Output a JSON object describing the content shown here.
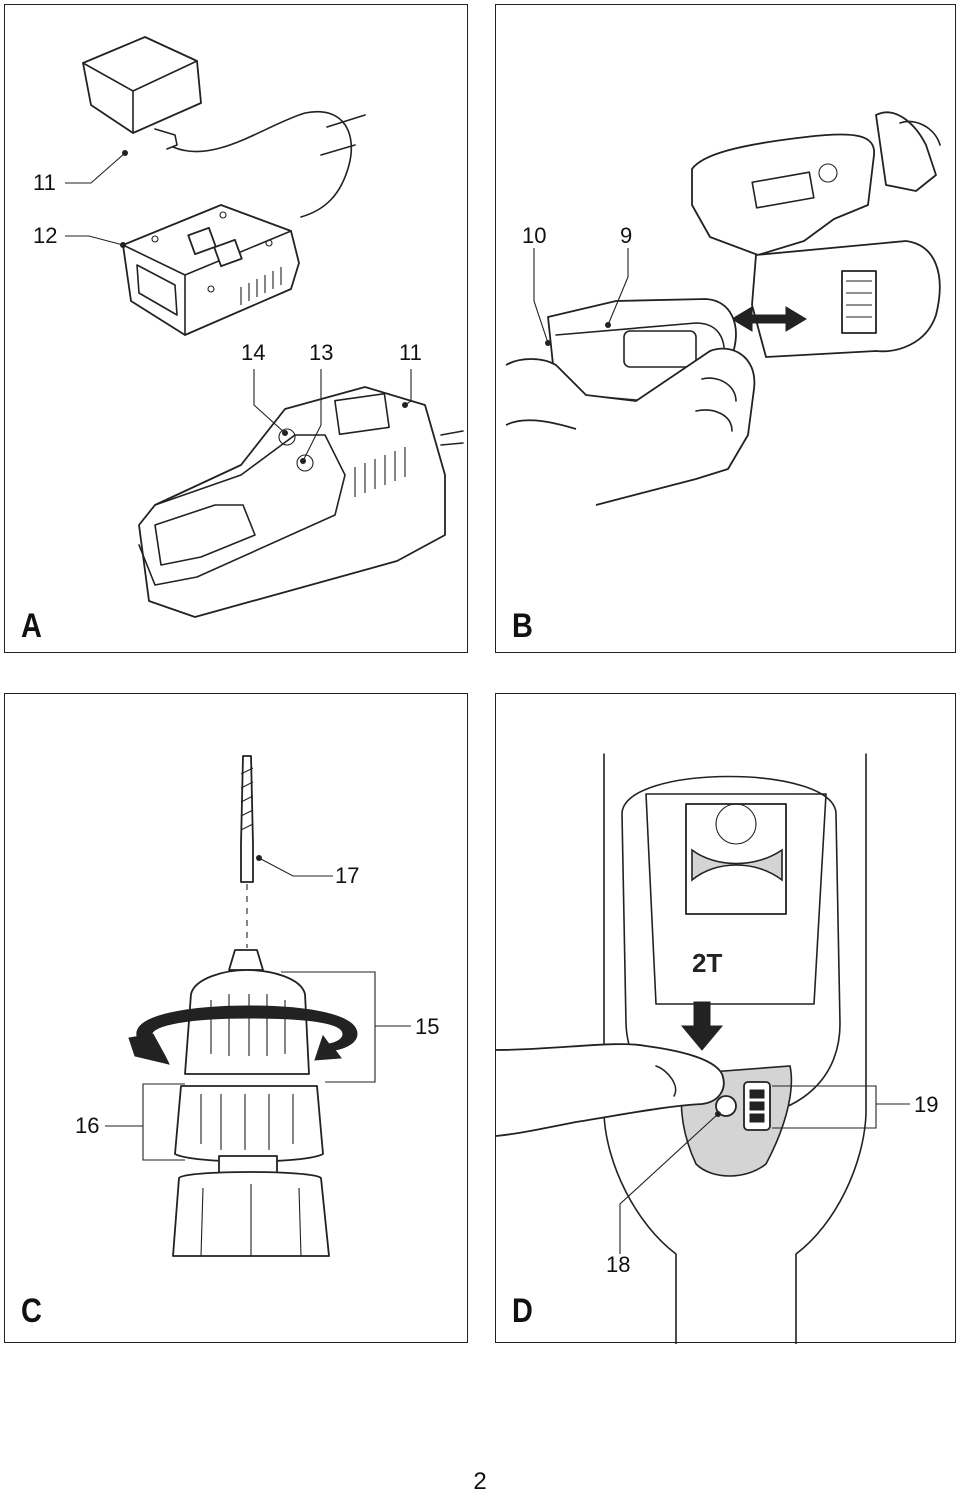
{
  "panels": {
    "a": {
      "letter": "A",
      "callouts": {
        "adapter": "11",
        "charger": "12",
        "led_14": "14",
        "led_13": "13",
        "charger_11": "11"
      }
    },
    "b": {
      "letter": "B",
      "callouts": {
        "button": "10",
        "battery": "9"
      }
    },
    "c": {
      "letter": "C",
      "callouts": {
        "bit": "17",
        "sleeve": "15",
        "collar": "16"
      }
    },
    "d": {
      "letter": "D",
      "callouts": {
        "button": "18",
        "indicator": "19"
      },
      "switch_mark": "2T"
    }
  },
  "page_number": "2",
  "icons": [
    "double-arrow-icon",
    "rotation-arrow-icon",
    "down-arrow-icon"
  ]
}
